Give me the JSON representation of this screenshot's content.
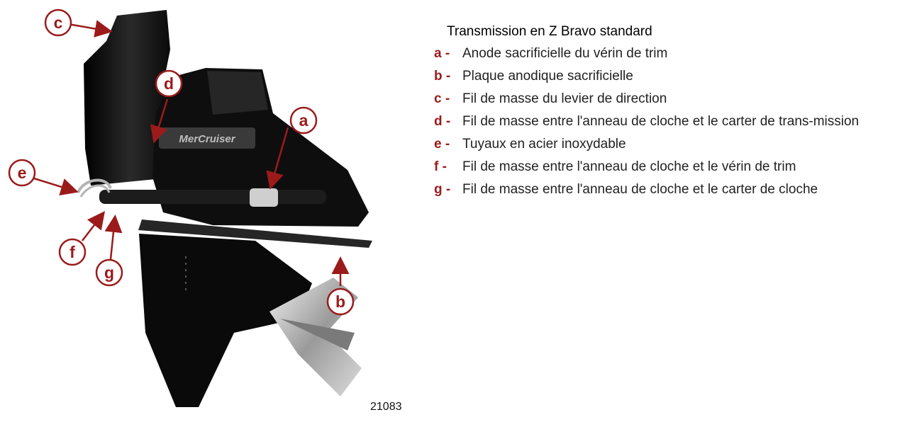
{
  "legend": {
    "title": "Transmission en Z Bravo standard",
    "items": [
      {
        "key": "a -",
        "text": "Anode sacrificielle du vérin de trim"
      },
      {
        "key": "b -",
        "text": "Plaque anodique sacrificielle"
      },
      {
        "key": "c -",
        "text": "Fil de masse du levier de direction"
      },
      {
        "key": "d -",
        "text": "Fil de masse entre l'anneau de cloche et le carter de trans-mission"
      },
      {
        "key": "e -",
        "text": "Tuyaux en acier inoxydable"
      },
      {
        "key": "f -",
        "text": "Fil de masse entre l'anneau de cloche et le vérin de trim"
      },
      {
        "key": "g -",
        "text": "Fil de masse entre l'anneau de cloche et le carter de cloche"
      }
    ]
  },
  "illustration": {
    "callouts": [
      "a",
      "b",
      "c",
      "d",
      "e",
      "f",
      "g"
    ],
    "brand_label": "MerCruiser",
    "figure_number": "21083",
    "colors": {
      "callout": "#9b1b1b",
      "body": "#111111"
    }
  }
}
